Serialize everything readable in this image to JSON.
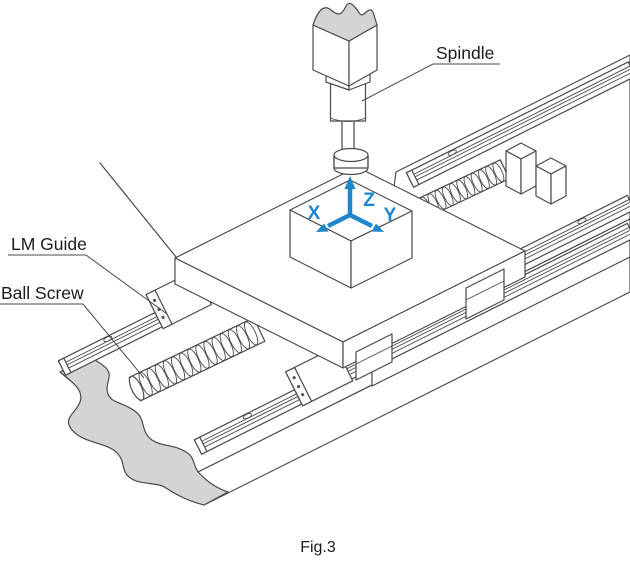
{
  "figure": {
    "caption": "Fig.3"
  },
  "annotations": {
    "spindle": "Spindle",
    "lm_guide": "LM Guide",
    "ball_screw": "Ball Screw"
  },
  "axes": {
    "x": "X",
    "y": "Y",
    "z": "Z"
  },
  "colors": {
    "axis_blue": "#1e86cc",
    "line": "#4a4a4a",
    "torn_surface": "#d4d4d4",
    "background": "#ffffff"
  }
}
